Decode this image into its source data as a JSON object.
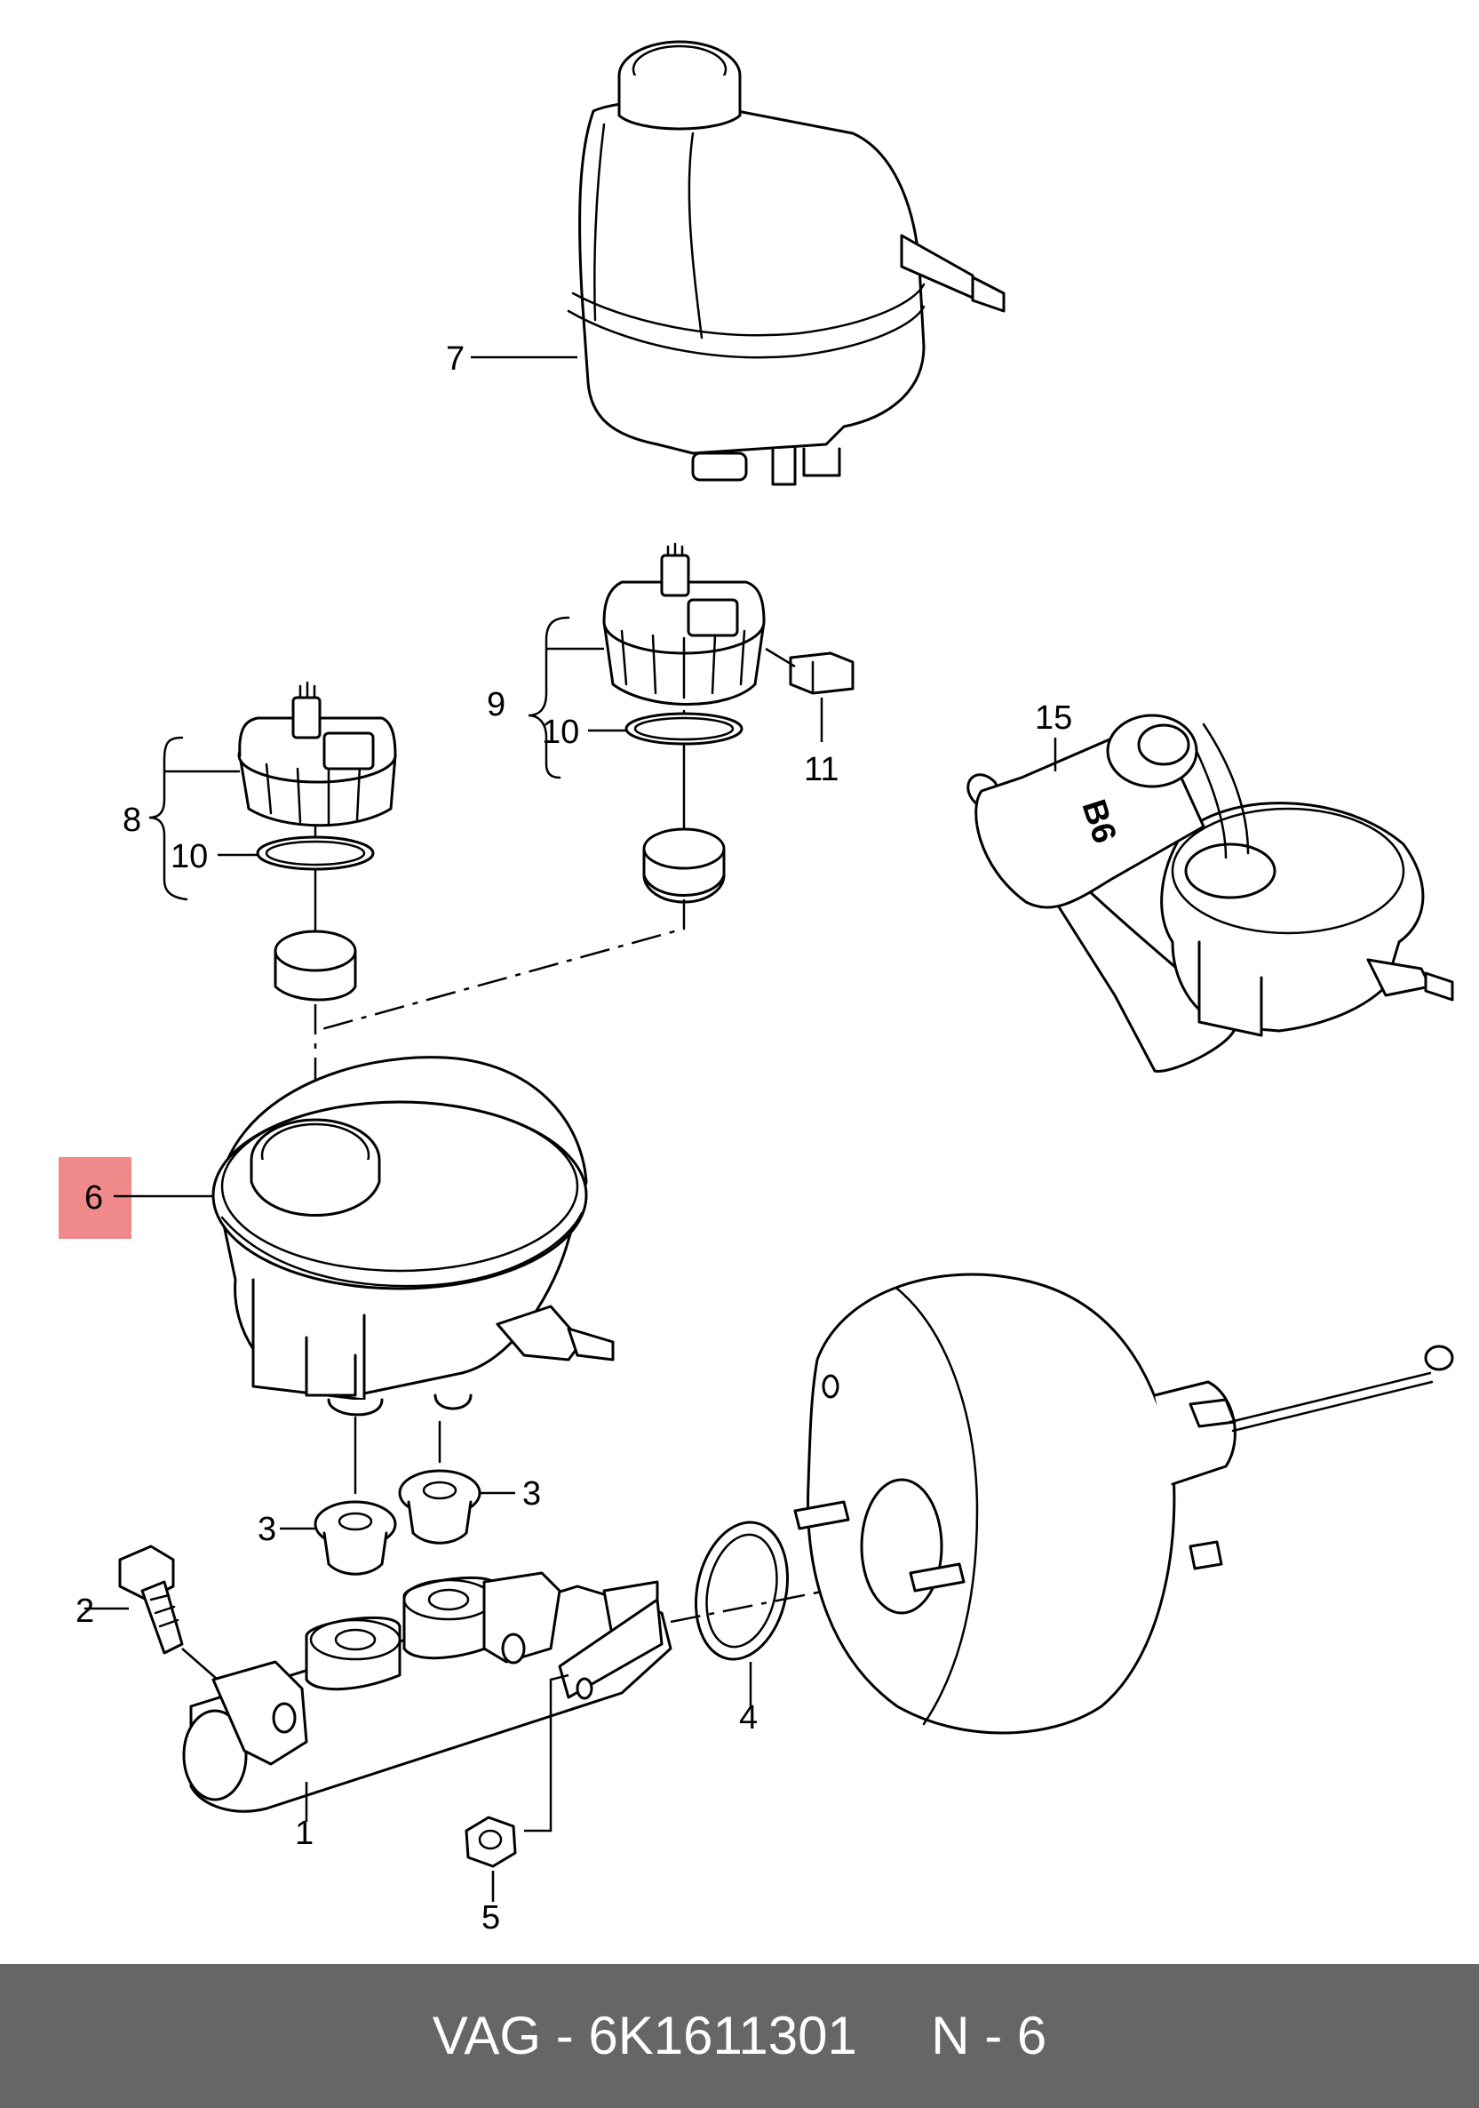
{
  "callouts": {
    "c1": "1",
    "c2": "2",
    "c3a": "3",
    "c3b": "3",
    "c4": "4",
    "c5": "5",
    "c6": "6",
    "c7": "7",
    "c8": "8",
    "c9": "9",
    "c10a": "10",
    "c10b": "10",
    "c11": "11",
    "c15": "15"
  },
  "fluid_container_label": "B6",
  "highlight": {
    "part": "6",
    "color": "#f08a8a"
  },
  "footer": {
    "text": "VAG - 6K1611301     N - 6",
    "background": "#666666",
    "color": "#ffffff"
  }
}
